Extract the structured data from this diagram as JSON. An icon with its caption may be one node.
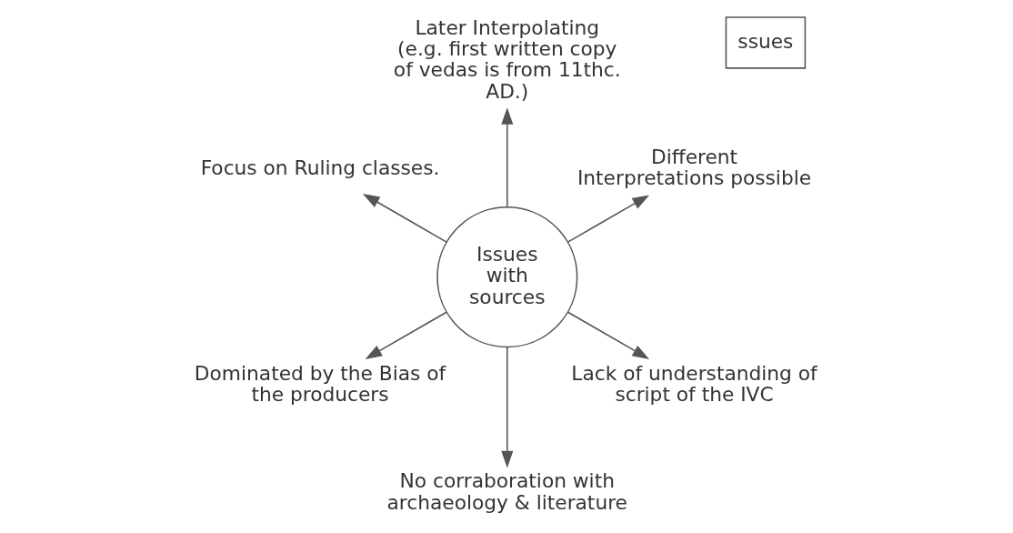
{
  "diagram": {
    "nodes": [
      {
        "text": [
          "ssues"
        ]
      },
      {
        "text": [
          "Issues with sources"
        ]
      },
      {
        "text": [
          "Different Interpretations possible"
        ]
      },
      {
        "text": [
          "Later Interpolating (e.g. first written copy of vedas is from 11thc. AD.)"
        ]
      },
      {
        "text": [
          "Focus on Ruling classes."
        ]
      },
      {
        "text": [
          "Dominated by the Bias of the producers"
        ]
      },
      {
        "text": [
          "No corraboration with archaeology & literature"
        ]
      },
      {
        "text": [
          "Lack of understanding of script of the IVC"
        ]
      }
    ],
    "edges": [
      {
        "from": 1,
        "to": 2,
        "arrow": "to"
      },
      {
        "from": 1,
        "to": 3,
        "arrow": "to"
      },
      {
        "from": 1,
        "to": 4,
        "arrow": "to"
      },
      {
        "from": 1,
        "to": 5,
        "arrow": "to"
      },
      {
        "from": 1,
        "to": 6,
        "arrow": "to"
      },
      {
        "from": 1,
        "to": 7,
        "arrow": "to"
      }
    ]
  }
}
